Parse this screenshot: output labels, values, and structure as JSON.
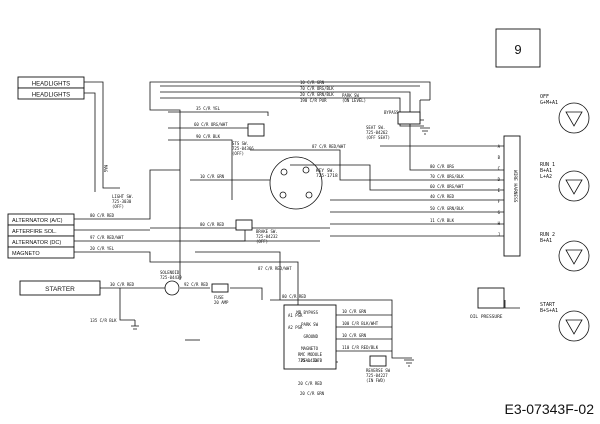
{
  "page_number": "9",
  "part_number": "E3-07343F-02",
  "components": {
    "headlights_1": "HEADLIGHTS",
    "headlights_2": "HEADLIGHTS",
    "alternator_ac": "ALTERNATOR (A/C)",
    "afterfire_sol": "AFTERFIRE SOL.",
    "alternator_dc": "ALTERNATOR (DC)",
    "magneto": "MAGNETO",
    "starter": "STARTER",
    "oil_pressure": "OIL PRESSURE",
    "light_sw": "LIGHT SW.",
    "light_sw_num": "725-3030",
    "light_sw_state": "(OFF)",
    "sts_sw": "STS SW.",
    "sts_sw_num": "725-04366",
    "sts_sw_state": "(OFF)",
    "key_sw": "KEY SW.",
    "key_sw_num": "725-1718",
    "brake_sw": "BRAKE SW.",
    "brake_sw_num": "725-04232",
    "brake_sw_state": "(OFF)",
    "park_sw": "PARK SW",
    "park_sw_state": "(ON LEVEL)",
    "seat_sw": "SEAT SW.",
    "seat_sw_num": "725-04262",
    "seat_sw_state": "(OFF SEAT)",
    "solenoid": "SOLENOID",
    "solenoid_num": "725-04439",
    "fuse": "FUSE",
    "fuse_rating": "20 AMP",
    "rmc_module": "RMC MODULE",
    "rmc_num": "725-04227B",
    "reverse_sw": "REVERSE SW",
    "reverse_sw_num": "725-04227",
    "reverse_sw_state": "(IN FWD)",
    "wire_harness": "WIRE HARNESS",
    "ground_wire": "135 C/R BLK",
    "bypass_tag": "BYPASS",
    "mag_tag": "MAG"
  },
  "rmc_pins": [
    "MB BYPASS",
    "PARK SW",
    "GROUND",
    "MAGNETO",
    "REV. SW"
  ],
  "rmc_left_pins": [
    "A1 PSR",
    "A2 PSR"
  ],
  "wire_labels": {
    "w10_grn_top": "10 C/R GRN",
    "w70_org_blk_top": "70 C/R ORG/BLK",
    "w20_grn_blk": "20 C/R GRN/BLK",
    "w190_pur": "190 C/R PUR",
    "w35_yel": "35 C/R YEL",
    "w60_org_wht_1": "60 C/R ORG/WHT",
    "w90_blk": "90 C/R BLK",
    "w87_red_wht_1": "87 C/R RED/WHT",
    "w10_grn_mid": "10 C/R GRN",
    "w80_org": "80 C/R ORG",
    "w70_org_blk": "70 C/R ORG/BLK",
    "w60_org_wht_2": "60 C/R ORG/WHT",
    "w40_red_1": "40 C/R RED",
    "w50_grn_blk": "50 C/R GRN/BLK",
    "w11_blk": "11 C/R BLK",
    "w80_red_1": "80 C/R RED",
    "w97_red_wht": "97 C/R RED/WHT",
    "w20_yel": "20 C/R YEL",
    "w80_red_2": "80 C/R RED",
    "w30_red": "30 C/R RED",
    "w92_red": "92 C/R RED",
    "w87_red_wht_2": "87 C/R RED/WHT",
    "w80_red_3": "80 C/R RED",
    "w10_grn_rmc": "10 C/R GRN",
    "w100_blk_wht": "100 C/R BLK/WHT",
    "w10_grn_gnd": "10 C/R GRN",
    "w110_red_blk": "110 C/R RED/BLK",
    "w20_red": "20 C/R RED",
    "w20_grn": "20 C/R GRN"
  },
  "harness_pins": [
    "A",
    "B",
    "C",
    "D",
    "E",
    "F",
    "G",
    "H",
    "J"
  ],
  "key_states": [
    {
      "name": "OFF",
      "combo": "G+M+A1"
    },
    {
      "name": "RUN 1",
      "combo": "B+A1\nL+A2"
    },
    {
      "name": "RUN 2",
      "combo": "B+A1"
    },
    {
      "name": "START",
      "combo": "B+S+A1"
    }
  ]
}
